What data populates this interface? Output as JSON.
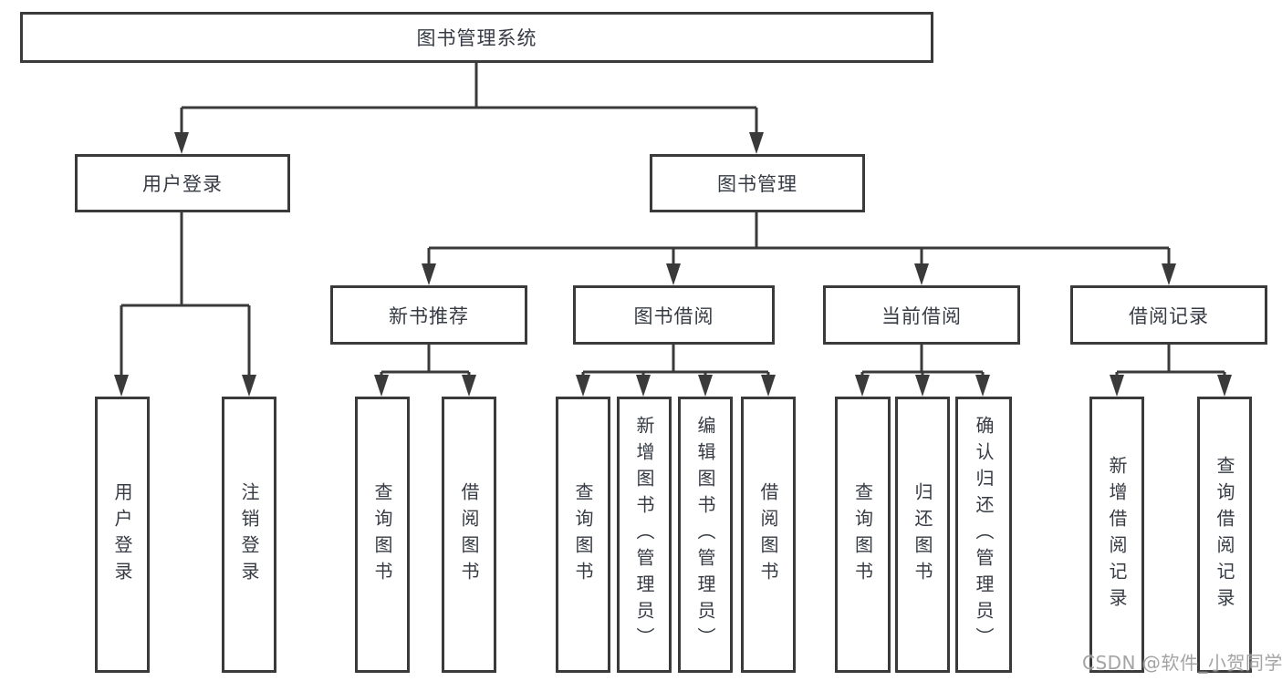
{
  "diagram": {
    "watermark": "CSDN @软件_小贺同学",
    "colors": {
      "line": "#3a3a3a",
      "text": "#363b44",
      "watermark": "#949494",
      "background": "#ffffff"
    }
  },
  "tree": {
    "root": "图书管理系统",
    "branches": [
      {
        "label": "用户登录",
        "children": [
          {
            "label": "用户登录"
          },
          {
            "label": "注销登录"
          }
        ]
      },
      {
        "label": "图书管理",
        "children": [
          {
            "label": "新书推荐",
            "children": [
              {
                "label": "查询图书"
              },
              {
                "label": "借阅图书"
              }
            ]
          },
          {
            "label": "图书借阅",
            "children": [
              {
                "label": "查询图书"
              },
              {
                "label": "新增图书（管理员）"
              },
              {
                "label": "编辑图书（管理员）"
              },
              {
                "label": "借阅图书"
              }
            ]
          },
          {
            "label": "当前借阅",
            "children": [
              {
                "label": "查询图书"
              },
              {
                "label": "归还图书"
              },
              {
                "label": "确认归还（管理员）"
              }
            ]
          },
          {
            "label": "借阅记录",
            "children": [
              {
                "label": "新增借阅记录"
              },
              {
                "label": "查询借阅记录"
              }
            ]
          }
        ]
      }
    ]
  }
}
